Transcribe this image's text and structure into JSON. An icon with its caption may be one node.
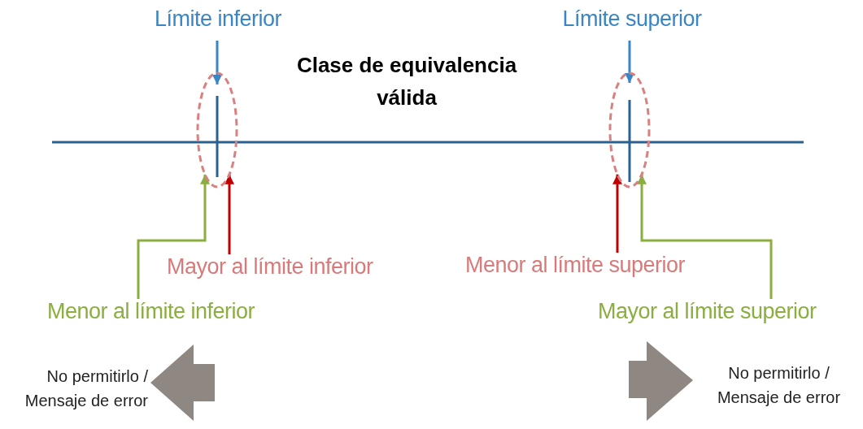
{
  "diagram": {
    "nodes": [
      {
        "text": [
          "Límite inferior"
        ]
      },
      {
        "text": [
          "Límite superior"
        ]
      },
      {
        "text": [],
        "shape": "ellipse"
      },
      {
        "text": [],
        "shape": "ellipse"
      },
      {
        "text": [
          "Mayor al límite inferior"
        ]
      },
      {
        "text": [
          "Menor al límite inferior"
        ]
      },
      {
        "text": [
          "Menor al límite superior"
        ]
      },
      {
        "text": [
          "Mayor al límite superior"
        ]
      }
    ],
    "edges": [
      {
        "from": 0,
        "to": 2,
        "arrow": "to",
        "color": "#3a86c4"
      },
      {
        "from": 1,
        "to": 3,
        "arrow": "to",
        "color": "#3a86c4"
      },
      {
        "from": 5,
        "to": 2,
        "arrow": "to",
        "color": "#8aae3f"
      },
      {
        "from": 4,
        "to": 2,
        "arrow": "to",
        "color": "#c00000"
      },
      {
        "from": 6,
        "to": 3,
        "arrow": "to",
        "color": "#c00000"
      },
      {
        "from": 7,
        "to": 3,
        "arrow": "to",
        "color": "#8aae3f"
      }
    ],
    "labels": [
      "Clase de equivalencia válida",
      "No permitirlo / Mensaje de error",
      "No permitirlo / Mensaje de error"
    ]
  }
}
